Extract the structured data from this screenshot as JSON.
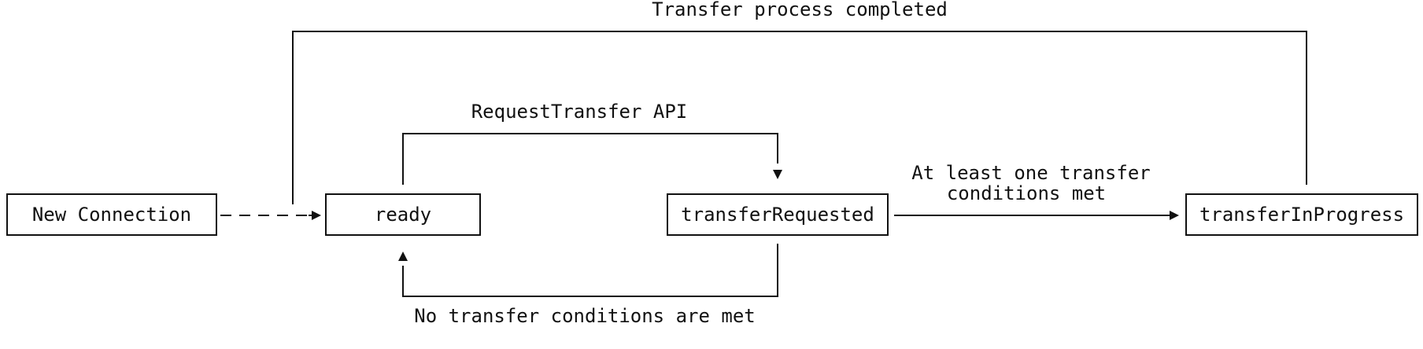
{
  "diagram": {
    "nodes": {
      "new_connection": "New Connection",
      "ready": "ready",
      "transfer_requested": "transferRequested",
      "transfer_in_progress": "transferInProgress"
    },
    "edges": {
      "completed": "Transfer process completed",
      "request_transfer": "RequestTransfer API",
      "conditions_met_line1": "At least one transfer",
      "conditions_met_line2": "conditions met",
      "no_conditions": "No transfer conditions are met"
    }
  }
}
